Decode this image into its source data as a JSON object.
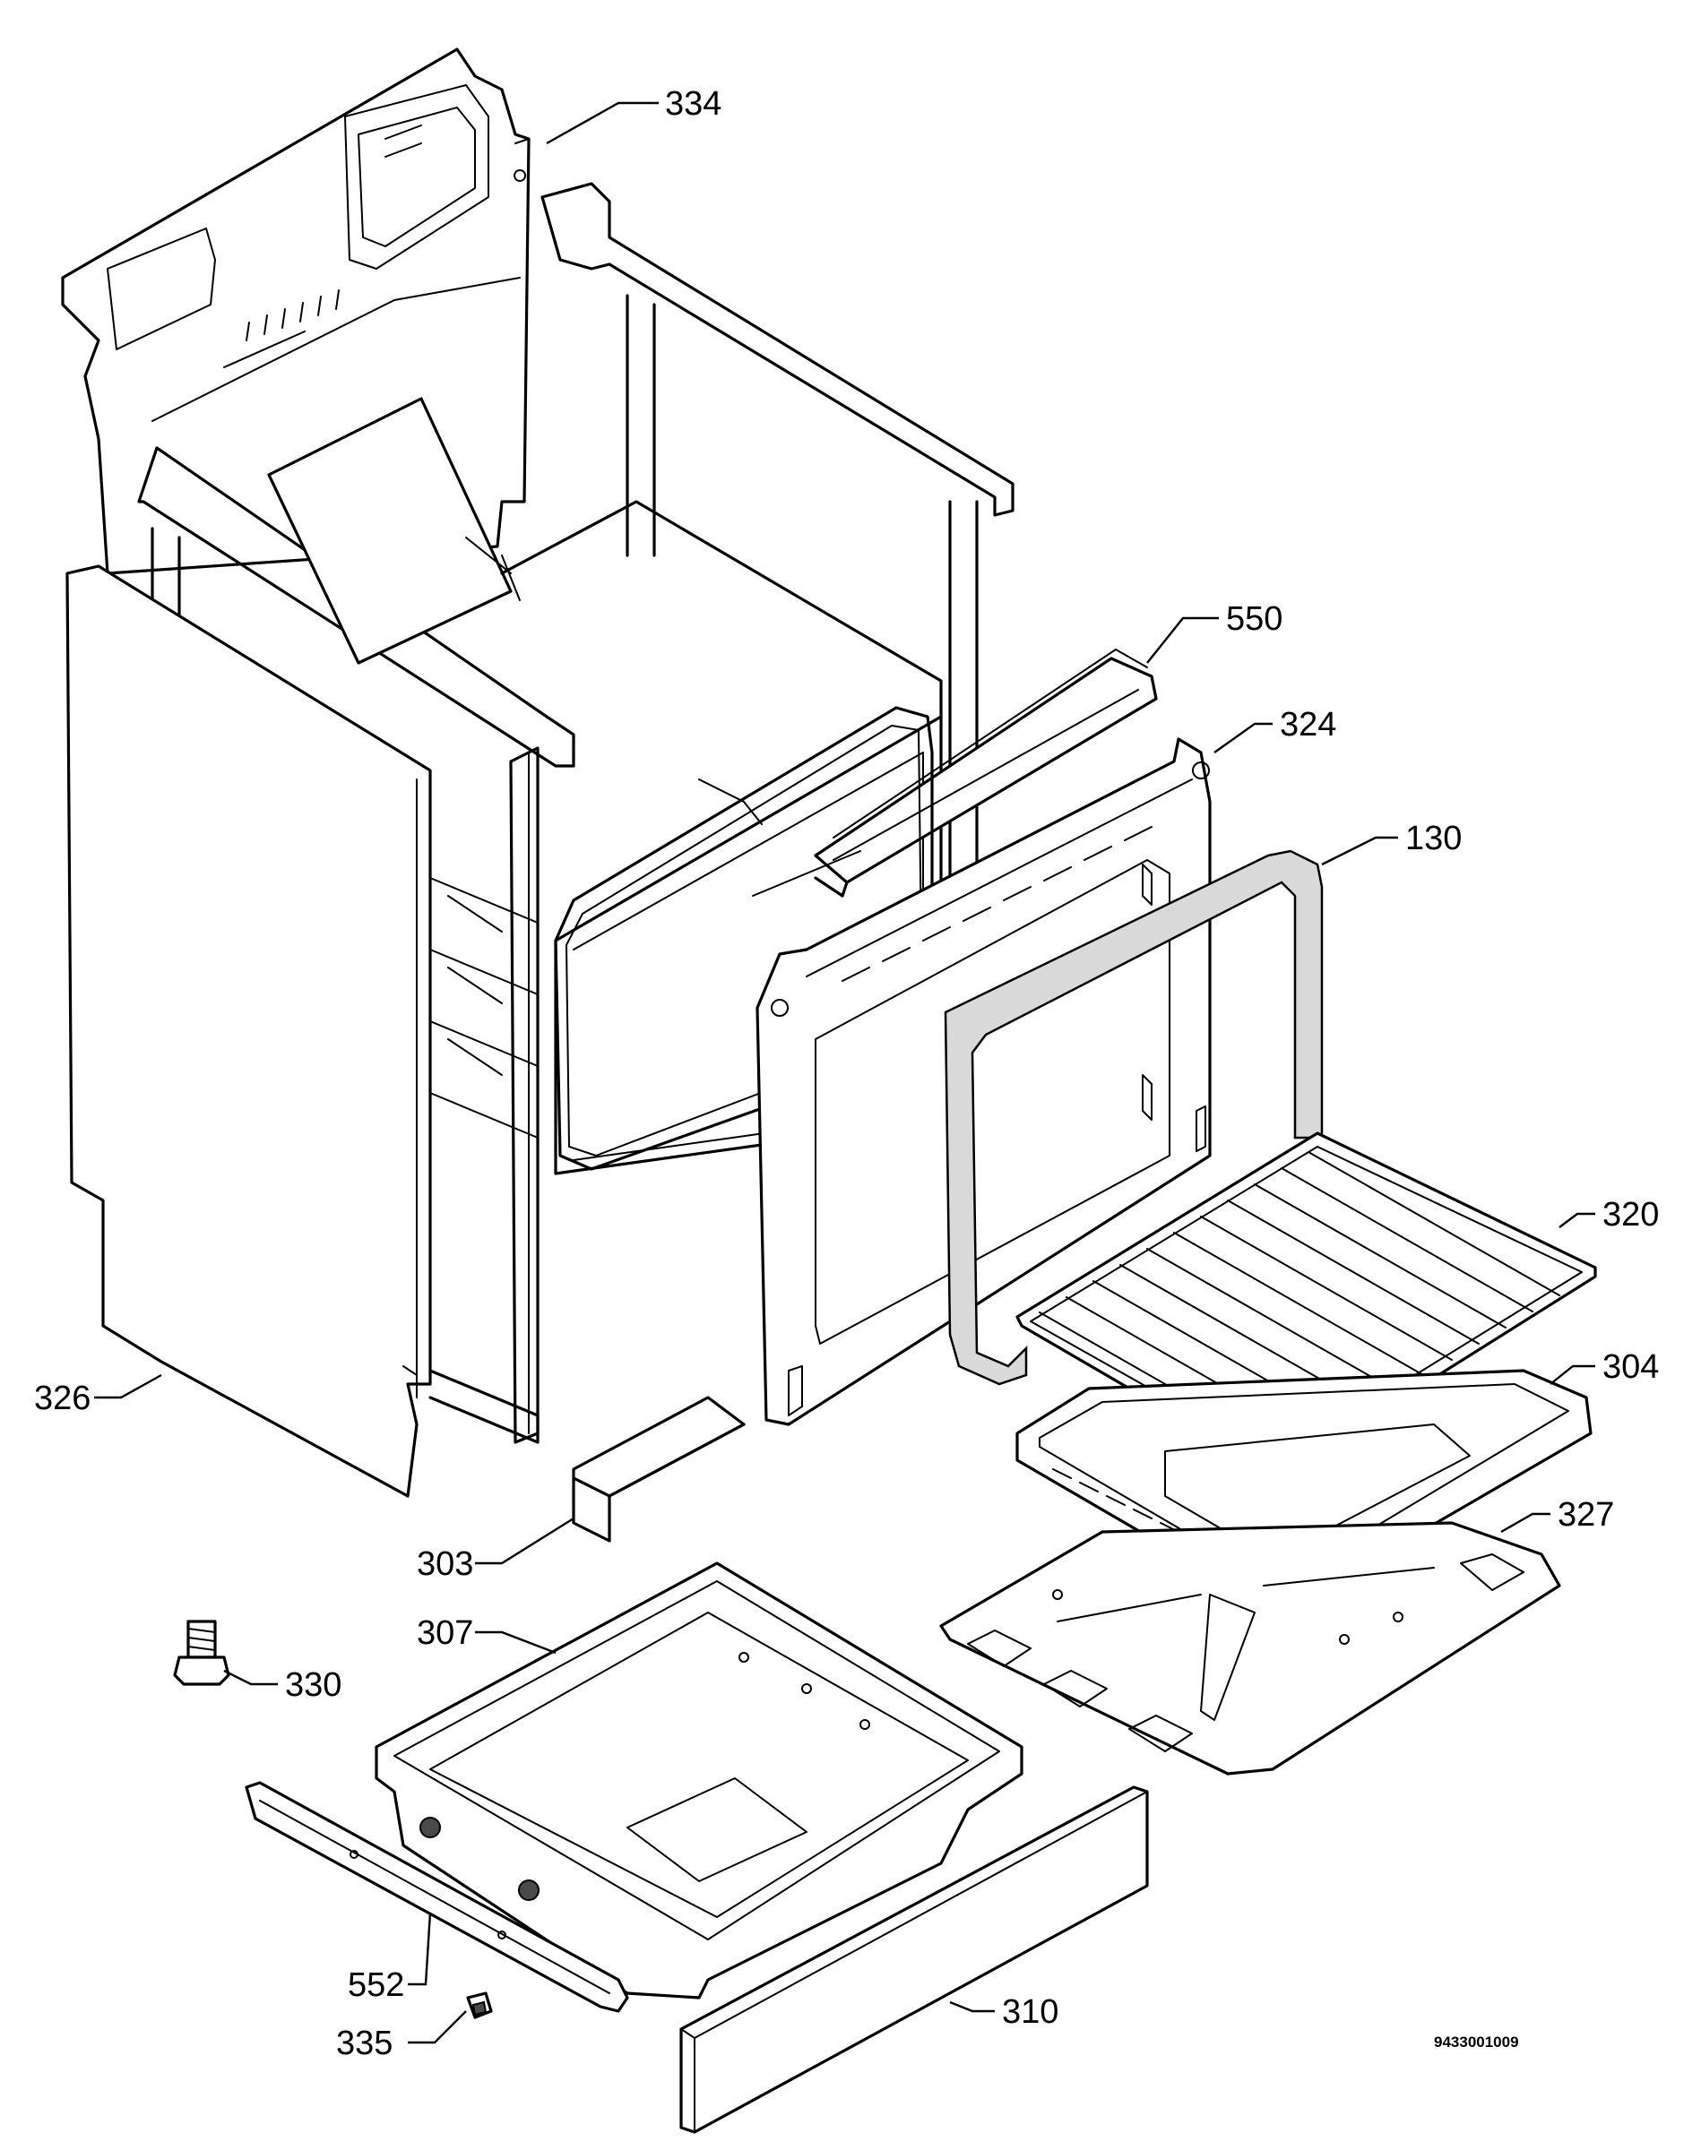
{
  "diagram": {
    "document_code": "9433001009",
    "callouts": [
      {
        "id": "334",
        "label": "334"
      },
      {
        "id": "550",
        "label": "550"
      },
      {
        "id": "324",
        "label": "324"
      },
      {
        "id": "130",
        "label": "130"
      },
      {
        "id": "320",
        "label": "320"
      },
      {
        "id": "304",
        "label": "304"
      },
      {
        "id": "327",
        "label": "327"
      },
      {
        "id": "326",
        "label": "326"
      },
      {
        "id": "303",
        "label": "303"
      },
      {
        "id": "307",
        "label": "307"
      },
      {
        "id": "330",
        "label": "330"
      },
      {
        "id": "552",
        "label": "552"
      },
      {
        "id": "335",
        "label": "335"
      },
      {
        "id": "310",
        "label": "310"
      }
    ]
  }
}
